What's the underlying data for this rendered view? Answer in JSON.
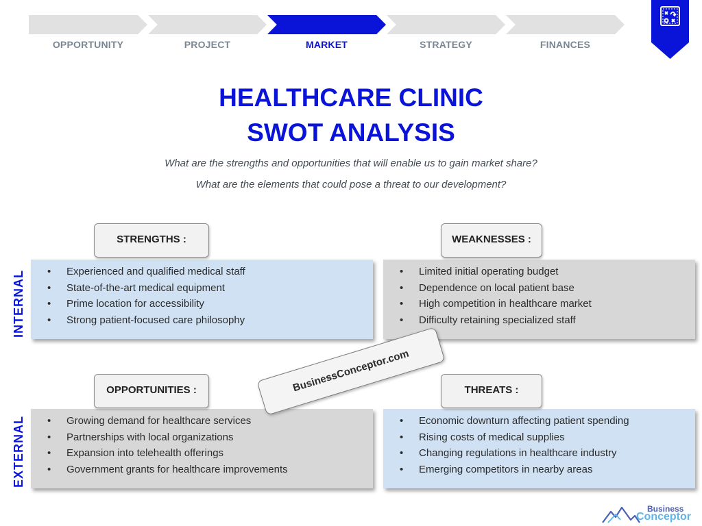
{
  "steps": [
    {
      "label": "OPPORTUNITY",
      "active": false
    },
    {
      "label": "PROJECT",
      "active": false
    },
    {
      "label": "MARKET",
      "active": true
    },
    {
      "label": "STRATEGY",
      "active": false
    },
    {
      "label": "FINANCES",
      "active": false
    }
  ],
  "badge_icon": "strategy-board-icon",
  "title": {
    "line1": "HEALTHCARE CLINIC",
    "line2": "SWOT ANALYSIS"
  },
  "subtitles": [
    "What are the strengths and opportunities that will enable us to gain market share?",
    "What are the elements that could pose a threat to our development?"
  ],
  "side_labels": {
    "internal": "INTERNAL",
    "external": "EXTERNAL"
  },
  "quadrants": {
    "strengths": {
      "header": "STRENGTHS :",
      "items": [
        "Experienced and qualified medical staff",
        "State-of-the-art medical equipment",
        "Prime location for accessibility",
        "Strong patient-focused care philosophy"
      ]
    },
    "weaknesses": {
      "header": "WEAKNESSES :",
      "items": [
        "Limited initial operating budget",
        "Dependence on local patient base",
        "High competition in healthcare market",
        "Difficulty retaining specialized staff"
      ]
    },
    "opportunities": {
      "header": "OPPORTUNITIES :",
      "items": [
        "Growing demand for healthcare services",
        "Partnerships with local organizations",
        "Expansion into telehealth offerings",
        "Government grants for healthcare improvements"
      ]
    },
    "threats": {
      "header": "THREATS :",
      "items": [
        "Economic downturn affecting patient spending",
        "Rising costs of medical supplies",
        "Changing regulations in healthcare industry",
        "Emerging competitors in nearby areas"
      ]
    }
  },
  "watermark": "BusinessConceptor.com",
  "logo": {
    "line1": "Business",
    "line2": "Conceptor"
  },
  "colors": {
    "accent": "#0a14d8",
    "internal_positive": "#cfe1f3",
    "negative": "#d7d7d7",
    "logo_dark": "#4a60b8",
    "logo_light": "#5fb5e6"
  }
}
